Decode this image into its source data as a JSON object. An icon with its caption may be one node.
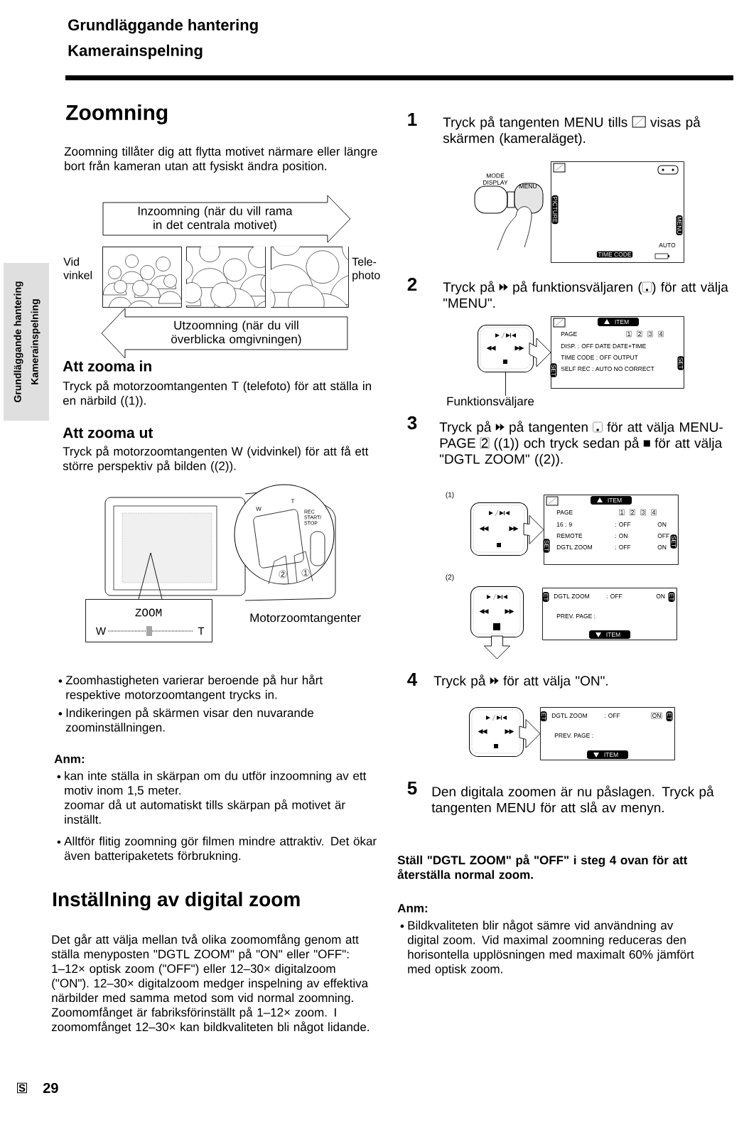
{
  "diagram": {
    "nodes": [
      {
        "text": [],
        "shape": "picture"
      },
      {
        "text": [],
        "shape": "picture"
      },
      {
        "text": [],
        "shape": "picture"
      },
      {
        "text": [],
        "shape": "picture"
      },
      {
        "text": [
          "ZOOM",
          "W",
          "T"
        ]
      },
      {
        "text": [
          "PICTURE",
          "MENU",
          "AUTO",
          "TIME CODE"
        ]
      },
      {
        "text": [],
        "shape": "box"
      },
      {
        "text": [
          "ITEM",
          "PAGE",
          "1",
          "2",
          "3",
          "4",
          "DISP. : OFF DATE DATE+TIME",
          "TIME CODE : OFF OUTPUT",
          "SELF REC : AUTO NO CORRECT",
          "SET",
          "SET"
        ]
      },
      {
        "text": [
          "Funktionsväljare"
        ]
      },
      {
        "text": [],
        "shape": "box"
      },
      {
        "text": [
          "ITEM",
          "PAGE",
          "1",
          "2",
          "3",
          "4",
          "16 : 9",
          ": OFF",
          "ON",
          "REMOTE",
          ": ON",
          "OFF",
          "DGTL ZOOM",
          ": OFF",
          "ON",
          "SET",
          "SET"
        ]
      },
      {
        "text": [],
        "shape": "box"
      },
      {
        "text": [
          "ET",
          "DGTL ZOOM",
          ": OFF",
          "ON",
          "ET",
          "PREV. PAGE :",
          "ITEM"
        ]
      },
      {
        "text": [],
        "shape": "box"
      },
      {
        "text": [
          "ET",
          "DGTL ZOOM",
          ": OFF",
          "ON",
          "ET",
          "PREV. PAGE :",
          "ITEM"
        ]
      }
    ],
    "edges": [
      {
        "from": 0,
        "to": 2,
        "arrow": "to",
        "label": "Inzoomning (när du vill rama in det centrala motivet)"
      },
      {
        "from": 2,
        "to": 0,
        "arrow": "to",
        "label": "Utzoomning (när du vill överblicka omgivningen)"
      },
      {
        "from": 4,
        "to": 3,
        "arrow": "none"
      },
      {
        "from": 8,
        "to": 6,
        "arrow": "none"
      },
      {
        "from": 6,
        "to": 7,
        "arrow": "to"
      },
      {
        "from": 9,
        "to": 10,
        "arrow": "to"
      },
      {
        "from": 11,
        "to": null,
        "arrow": "to"
      },
      {
        "from": 13,
        "to": 14,
        "arrow": "to"
      }
    ],
    "labels": [
      "Grundläggande hantering",
      "Kamerainspelning",
      "Zoomning",
      "Zoomning tillåter dig att flytta motivet närmare eller längre bort från kameran utan att fysiskt ändra position.",
      "Grundläggande hantering",
      "Kamerainspelning",
      "Vid vinkel",
      "Tele- photo",
      "Att zooma in",
      "Tryck på motorzoomtangenten T (telefoto) för att ställa in en närbild ((1)).",
      "Att zooma ut",
      "Tryck på motorzoomtangenten W (vidvinkel) för att få ett större perspektiv på bilden ((2)).",
      "W",
      "T",
      "REC START/ STOP",
      "2",
      "1",
      "Motorzoomtangenter",
      "Zoomhastigheten varierar beroende på hur hårt respektive motorzoomtangent trycks in.",
      "Indikeringen på skärmen visar den nuvarande zoominställningen.",
      "Anm:",
      "kan inte ställa in skärpan om du utför inzoomning av ett motiv inom 1,5 meter.",
      "zoomar då ut automatiskt tills skärpan på motivet är inställt.",
      "Alltför flitig zoomning gör filmen mindre attraktiv. Det ökar även batteripaketets förbrukning.",
      "Inställning av digital zoom",
      "Det går att välja mellan två olika zoomomfång genom att ställa menyposten \"DGTL ZOOM\" på \"ON\" eller \"OFF\": 1–12× optisk zoom (\"OFF\") eller 12–30× digitalzoom (\"ON\"). 12–30× digitalzoom medger inspelning av effektiva närbilder med samma metod som vid normal zoomning. Zoomomfånget är fabriksförinställt på 1–12× zoom. I zoomomfånget 12–30× kan bildkvaliteten bli något lidande.",
      "S",
      "29",
      "1",
      "Tryck på tangenten MENU tills",
      "visas på skärmen (kameraläget).",
      "MODE DISPLAY",
      "MENU",
      "2",
      "Tryck på",
      "på funktionsväljaren (",
      ") för att välja \"MENU\".",
      "3",
      "Tryck på",
      "på tangenten",
      "för att välja MENU-PAGE",
      "2",
      "((1)) och tryck sedan på",
      "för att välja \"DGTL ZOOM\" ((2)).",
      "(1)",
      "(2)",
      "4",
      "Tryck på",
      "för att välja \"ON\".",
      "5",
      "Den digitala zoomen är nu påslagen. Tryck på tangenten MENU för att slå av menyn.",
      "Ställ \"DGTL ZOOM\" på \"OFF\" i steg 4 ovan för att återställa normal zoom.",
      "Anm:",
      "Bildkvaliteten blir något sämre vid användning av digital zoom. Vid maximal zoomning reduceras den horisontella upplösningen med maximalt 60% jämfört med optisk zoom."
    ]
  }
}
